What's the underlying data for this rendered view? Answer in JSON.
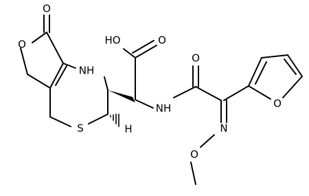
{
  "molecule": {
    "atom_labels": {
      "lactone_carbonyl_o": "O",
      "ring_o_lactone": "O",
      "acid_oh": "HO",
      "acid_o": "O",
      "nh_ring": "NH",
      "s_ring": "S",
      "h_stereo": "H",
      "nh_amide": "NH",
      "amide_o": "O",
      "furan_o": "O",
      "oxime_n": "N",
      "oxime_o": "O"
    }
  }
}
